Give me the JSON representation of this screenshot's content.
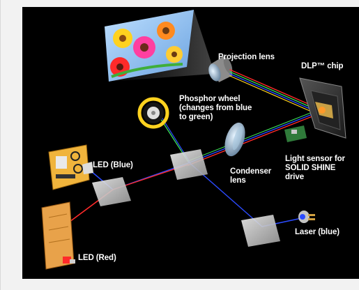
{
  "labels": {
    "projection_lens": "Projection lens",
    "dlp_chip": "DLP™ chip",
    "phosphor_wheel": "Phosphor wheel (changes from blue to green)",
    "led_blue": "LED (Blue)",
    "condenser_lens": "Condenser lens",
    "light_sensor": "Light sensor for SOLID SHINE drive",
    "laser_blue": "Laser (blue)",
    "led_red": "LED (Red)"
  },
  "colors": {
    "background": "#000000",
    "frame": "#f2f2f2",
    "beam_blue": "#2b4bff",
    "beam_red": "#ff2a2a",
    "beam_green": "#39d353",
    "beam_yellow": "#ffd21f",
    "led_board": "#f0b43c",
    "led_red_board": "#e8a24a"
  },
  "icons": [
    "projected-image",
    "projection-lens",
    "dlp-chip",
    "phosphor-wheel",
    "condenser-lens",
    "light-sensor",
    "led-blue-module",
    "led-red-module",
    "laser-module",
    "dichroic-mirror"
  ]
}
